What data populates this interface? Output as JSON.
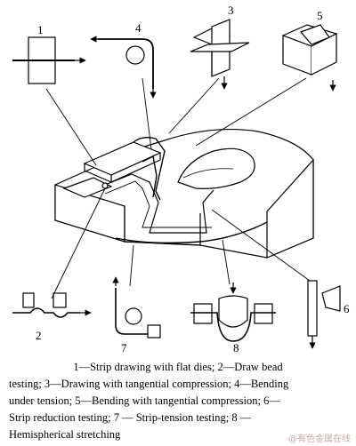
{
  "labels": {
    "l1": "1",
    "l2": "2",
    "l3": "3",
    "l4": "4",
    "l5": "5",
    "l6": "6",
    "l7": "7",
    "l8": "8"
  },
  "caption": {
    "line1": "1—Strip drawing with flat dies; 2—Draw bead",
    "line2": "testing; 3—Drawing with tangential compression; 4—Bending",
    "line3": "under tension; 5—Bending with tangential compression; 6—",
    "line4": "Strip reduction testing; 7 — Strip-tension testing; 8 —",
    "line5": "Hemispherical stretching"
  },
  "watermark": "@有色金属在线"
}
